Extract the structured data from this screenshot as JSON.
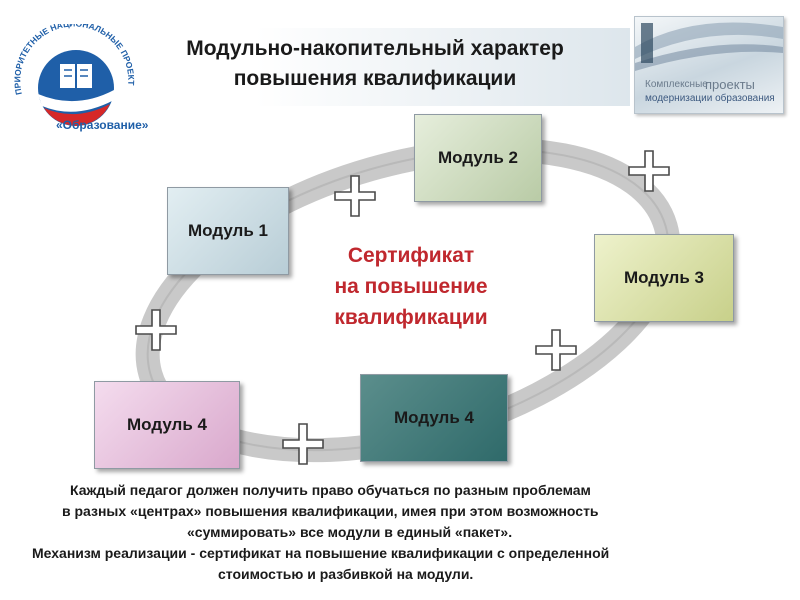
{
  "header": {
    "title_line1": "Модульно-накопительный характер",
    "title_line2": "повышения квалификации"
  },
  "logo_left": {
    "caption": "«Образование»",
    "ring_text": "ПРИОРИТЕТНЫЕ НАЦИОНАЛЬНЫЕ ПРОЕКТЫ",
    "colors": {
      "blue": "#1f5fa8",
      "red": "#d62828",
      "white": "#ffffff"
    }
  },
  "logo_right": {
    "text_small": "Комплексные",
    "text_large": "проекты",
    "text_bottom": "модернизации образования"
  },
  "diagram": {
    "modules": [
      {
        "id": "module-2",
        "label": "Модуль 2"
      },
      {
        "id": "module-1",
        "label": "Модуль 1"
      },
      {
        "id": "module-3",
        "label": "Модуль 3"
      },
      {
        "id": "module-4-left",
        "label": "Модуль 4"
      },
      {
        "id": "module-4-right",
        "label": "Модуль 4"
      }
    ],
    "center_text": [
      "Сертификат",
      "на повышение",
      "квалификации"
    ],
    "connector_symbol": "plus",
    "colors": {
      "ring": "#c9c9c9",
      "center_text": "#c0282e"
    }
  },
  "footer": {
    "lines": [
      "Каждый педагог должен получить право обучаться по разным проблемам",
      "в разных «центрах» повышения квалификации, имея при этом возможность",
      "«суммировать» все модули в единый «пакет».",
      "Механизм реализации  -  сертификат на повышение квалификации с определенной",
      "стоимостью и разбивкой на модули."
    ]
  }
}
